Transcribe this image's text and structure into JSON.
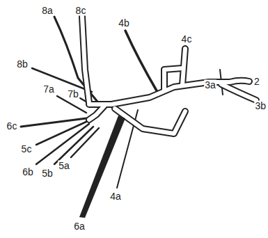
{
  "diagram": {
    "labels": [
      "8a",
      "8c",
      "4b",
      "4c",
      "8b",
      "7b",
      "2",
      "3a",
      "7a",
      "6c",
      "3b",
      "5c",
      "4a",
      "6b",
      "5b",
      "5a",
      "6a"
    ]
  }
}
